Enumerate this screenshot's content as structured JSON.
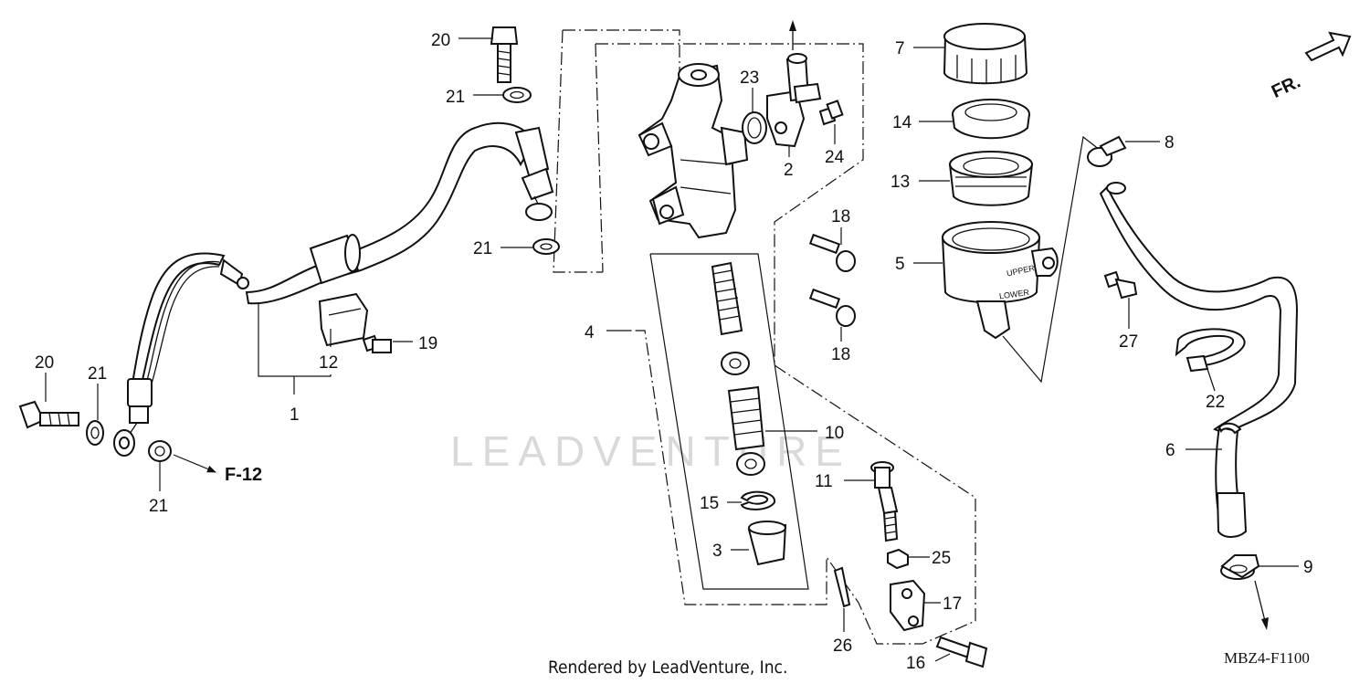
{
  "diagram": {
    "diagram_code": "MBZ4-F1100",
    "credit": "Rendered by LeadVenture, Inc.",
    "watermark": "LEADVENTURE",
    "front_indicator": "FR.",
    "reference": "F-12",
    "callouts": {
      "c1": "1",
      "c2": "2",
      "c3": "3",
      "c4": "4",
      "c5": "5",
      "c6": "6",
      "c7": "7",
      "c8": "8",
      "c9": "9",
      "c10": "10",
      "c11": "11",
      "c12": "12",
      "c13": "13",
      "c14": "14",
      "c15": "15",
      "c16": "16",
      "c17": "17",
      "c18a": "18",
      "c18b": "18",
      "c19": "19",
      "c20a": "20",
      "c20b": "20",
      "c21a": "21",
      "c21b": "21",
      "c21c": "21",
      "c21d": "21",
      "c22": "22",
      "c23": "23",
      "c24": "24",
      "c25": "25",
      "c26": "26",
      "c27": "27"
    },
    "reservoir_marks": {
      "upper": "UPPER",
      "lower": "LOWER"
    }
  }
}
